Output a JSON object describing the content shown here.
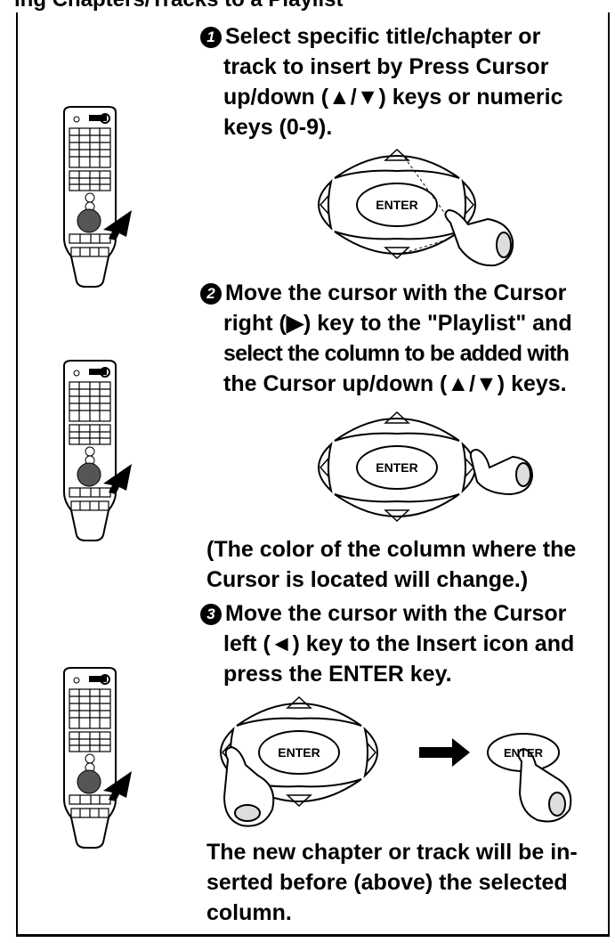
{
  "header": {
    "text": "ing Chapters/Tracks to a Playlist"
  },
  "steps": [
    {
      "number": "1",
      "lines": [
        "Select specific  title/chapter or",
        "track  to insert by Press Cursor",
        "up/down (▲/▼) keys or numeric",
        "keys (0-9)."
      ]
    },
    {
      "number": "2",
      "lines": [
        "Move the cursor with the Cursor",
        "right (▶) key to the \"Playlist\" and",
        "select the column to be added with",
        "the Cursor up/down (▲/▼) keys."
      ]
    },
    {
      "number": "3",
      "lines": [
        "Move the cursor with the Cursor",
        "left (◄) key to the Insert icon and",
        "press the ENTER key."
      ]
    }
  ],
  "notes": {
    "color_change": [
      "(The color of the column where the",
      "Cursor is located will change.)"
    ],
    "result": [
      "The new chapter or track will be in-",
      "serted before (above) the selected",
      "column."
    ]
  },
  "labels": {
    "enter": "ENTER"
  }
}
